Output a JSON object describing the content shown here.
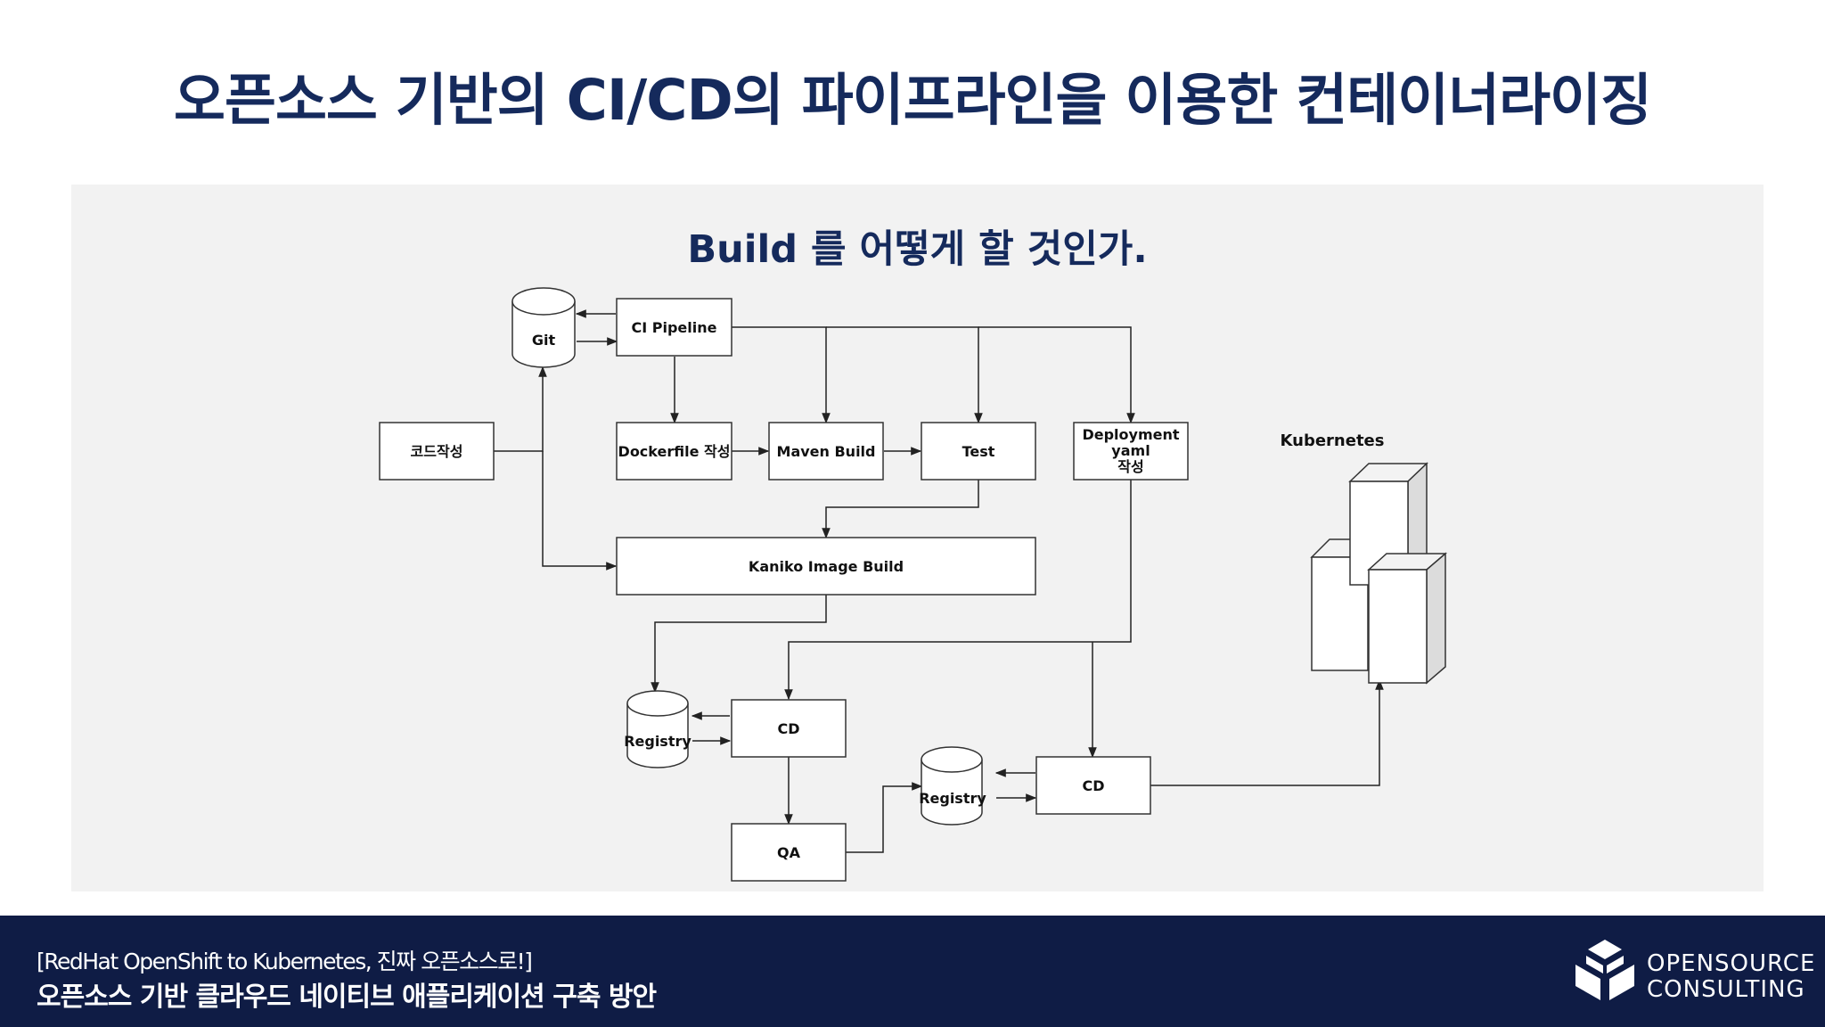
{
  "title": "오픈소스 기반의 CI/CD의 파이프라인을 이용한 컨테이너라이징",
  "panel_title": "Build 를 어떻게 할 것인가.",
  "nodes": {
    "git": "Git",
    "ci_pipeline": "CI Pipeline",
    "code": "코드작성",
    "dockerfile": "Dockerfile 작성",
    "maven": "Maven Build",
    "test": "Test",
    "deploy_1": "Deployment",
    "deploy_2": "yaml",
    "deploy_3": "작성",
    "kaniko": "Kaniko Image Build",
    "registry_1": "Registry",
    "cd_1": "CD",
    "qa": "QA",
    "registry_2": "Registry",
    "cd_2": "CD",
    "kubernetes": "Kubernetes"
  },
  "footer": {
    "line1": "[RedHat OpenShift to Kubernetes, 진짜 오픈소스로!]",
    "line2": "오픈소스 기반 클라우드 네이티브 애플리케이션 구축 방안"
  },
  "brand": {
    "line1": "OPENSOURCE",
    "line2": "CONSULTING"
  },
  "colors": {
    "title": "#152a5c",
    "footer_bg": "#0f1c45",
    "panel_bg": "#f2f2f2"
  }
}
